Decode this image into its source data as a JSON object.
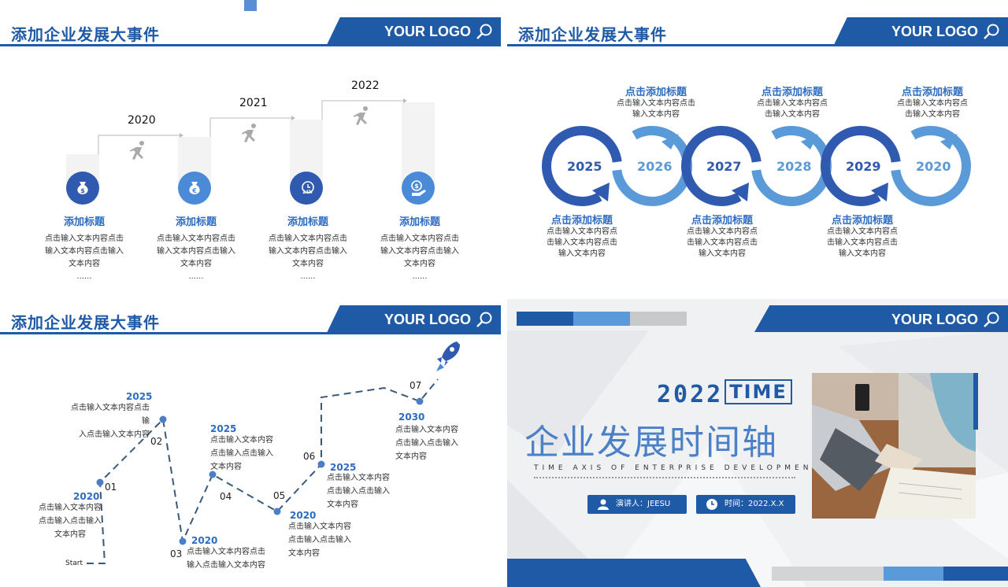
{
  "header": {
    "title": "添加企业发展大事件",
    "logo": "YOUR LOGO",
    "logo_icon": "search-icon"
  },
  "slide1": {
    "steps": [
      {
        "year": "2020",
        "icon": "dollar-bag-icon",
        "title": "添加标题",
        "line1": "点击输入文本内容点击",
        "line2": "输入文本内容点击输入",
        "line3": "文本内容",
        "line4": "......"
      },
      {
        "year": "2021",
        "icon": "euro-bag-icon",
        "title": "添加标题",
        "line1": "点击输入文本内容点击",
        "line2": "输入文本内容点击输入",
        "line3": "文本内容",
        "line4": "......"
      },
      {
        "year": "2022",
        "icon": "24h-clock-icon",
        "title": "添加标题",
        "line1": "点击输入文本内容点击",
        "line2": "输入文本内容点击输入",
        "line3": "文本内容",
        "line4": "......"
      },
      {
        "year": "",
        "icon": "coin-hand-icon",
        "title": "添加标题",
        "line1": "点击输入文本内容点击",
        "line2": "输入文本内容点击输入",
        "line3": "文本内容",
        "line4": "......"
      }
    ],
    "runner_icon": "runner-icon"
  },
  "slide2": {
    "years": [
      "2025",
      "2026",
      "2027",
      "2028",
      "2029",
      "2020"
    ],
    "colors": {
      "dark": "#2f5ab0",
      "light": "#5a9ad8"
    },
    "top": [
      {
        "title": "点击添加标题",
        "l1": "点击输入文本内容点击",
        "l2": "输入文本内容"
      },
      {
        "title": "点击添加标题",
        "l1": "点击输入文本内容点",
        "l2": "击输入文本内容"
      },
      {
        "title": "点击添加标题",
        "l1": "点击输入文本内容点",
        "l2": "击输入文本内容"
      }
    ],
    "bottom": [
      {
        "title": "点击添加标题",
        "l1": "点击输入文本内容点",
        "l2": "击输入文本内容点击",
        "l3": "输入文本内容"
      },
      {
        "title": "点击添加标题",
        "l1": "点击输入文本内容点",
        "l2": "击输入文本内容点击",
        "l3": "输入文本内容"
      },
      {
        "title": "点击添加标题",
        "l1": "点击输入文本内容点",
        "l2": "击输入文本内容点击",
        "l3": "输入文本内容"
      }
    ]
  },
  "slide3": {
    "start": "Start",
    "nums": [
      "01",
      "02",
      "03",
      "04",
      "05",
      "06",
      "07"
    ],
    "events": [
      {
        "year": "2025",
        "l1": "点击输入文本内容点击输",
        "l2": "入点击输入文本内容"
      },
      {
        "year": "2020",
        "l1": "点击输入文本内容",
        "l2": "点击输入点击输入",
        "l3": "文本内容"
      },
      {
        "year": "2025",
        "l1": "点击输入文本内容",
        "l2": "点击输入点击输入",
        "l3": "文本内容"
      },
      {
        "year": "2020",
        "l1": "点击输入文本内容点击",
        "l2": "输入点击输入文本内容"
      },
      {
        "year": "2020",
        "l1": "点击输入文本内容",
        "l2": "点击输入点击输入",
        "l3": "文本内容"
      },
      {
        "year": "2025",
        "l1": "点击输入文本内容",
        "l2": "点击输入点击输入",
        "l3": "文本内容"
      },
      {
        "year": "2030",
        "l1": "点击输入文本内容",
        "l2": "点击输入点击输入",
        "l3": "文本内容"
      }
    ],
    "rocket_icon": "rocket-icon"
  },
  "slide4": {
    "year": "2022",
    "time_word": "TIME",
    "main_title": "企业发展时间轴",
    "subtitle": "TIME AXIS OF ENTERPRISE DEVELOPMENT",
    "presenter": "演讲人：JEESU",
    "date": "时间：2022.X.X",
    "presenter_icon": "user-icon",
    "date_icon": "clock-icon",
    "photo": "laptop-typing-photo"
  }
}
